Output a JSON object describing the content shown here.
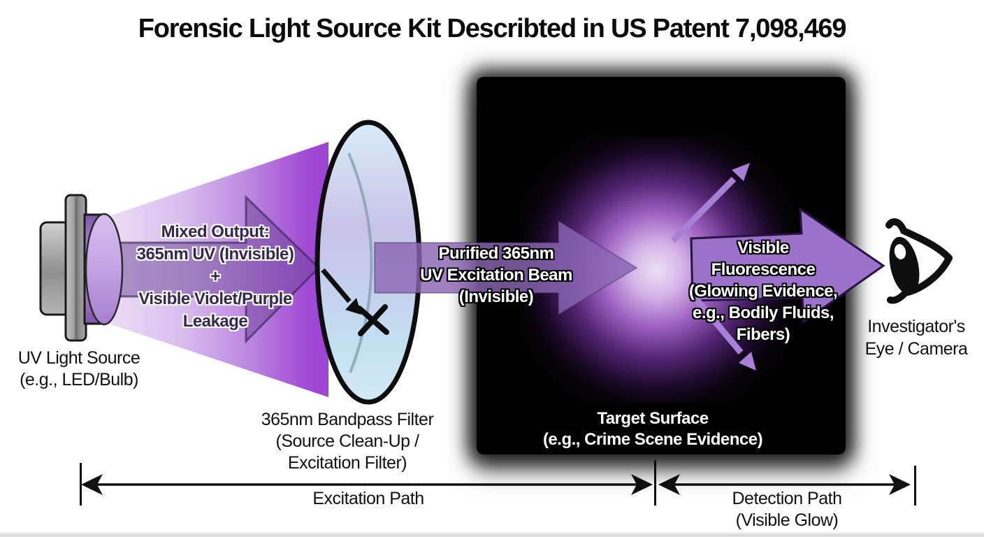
{
  "title": "Forensic Light Source Kit Describted in US Patent 7,098,469",
  "components": {
    "uv_source": {
      "label": [
        "UV Light Source",
        "(e.g., LED/Bulb)"
      ]
    },
    "mixed_output": {
      "label": [
        "Mixed Output:",
        "365nm UV (Invisible)",
        "+",
        "Visible Violet/Purple",
        "Leakage"
      ]
    },
    "bandpass_filter": {
      "label": [
        "365nm Bandpass Filter",
        "(Source Clean-Up /",
        "Excitation Filter)"
      ]
    },
    "purified_beam": {
      "label": [
        "Purified 365nm",
        "UV Excitation Beam",
        "(Invisible)"
      ]
    },
    "fluorescence": {
      "label": [
        "Visible",
        "Fluorescence",
        "(Glowing Evidence,",
        "e.g., Bodily Fluids,",
        "Fibers)"
      ]
    },
    "target_surface": {
      "label": [
        "Target Surface",
        "(e.g., Crime Scene Evidence)"
      ]
    },
    "investigator": {
      "label": [
        "Investigator's",
        "Eye / Camera"
      ],
      "icon": "eye-icon"
    },
    "scale_bar": {
      "excitation_label": "Excitation Path",
      "detection_label": [
        "Detection Path",
        "(Visible Glow)"
      ]
    }
  },
  "colors": {
    "cone_light": "#ecdff6",
    "cone_saturated": "#9d44d3",
    "beam_purple": "#8a65b2",
    "fluorescence_arrow_purple": "#9b71ca",
    "thin_arrow_purple": "#a77fd4",
    "lens_blue": "#d8ecf7",
    "lens_lavender": "#c9c2e8",
    "glow_core": "#f4e8fc",
    "glow_mid": "#ba73e4",
    "target_box_black": "#020202",
    "text_dark_purple": "#332850",
    "outline_white": "#ffffff",
    "outline_black": "#000000",
    "lamp_gray": "#9f9f9f"
  }
}
